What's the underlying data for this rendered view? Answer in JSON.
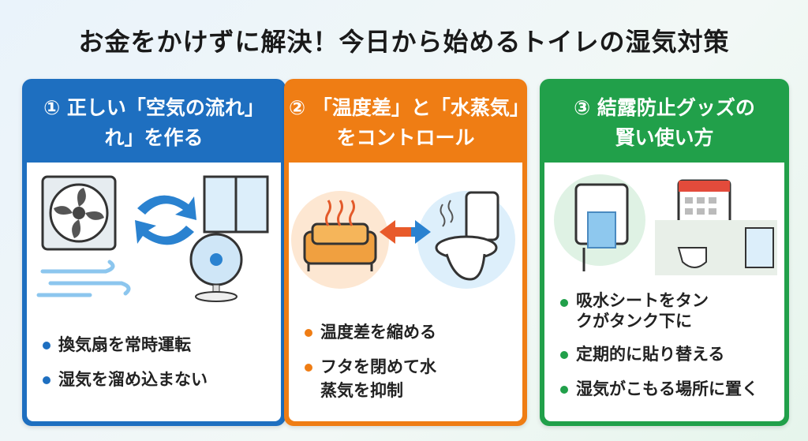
{
  "title": "お金をかけずに解決！今日から始めるトイレの湿気対策",
  "panels": [
    {
      "heading_line1": "① 正しい「空気の流れ」",
      "heading_line2": "れ」を作る",
      "bullets": [
        "換気扇を常時運転",
        "湿気を溜め込まない"
      ],
      "color": "#1e6fc0"
    },
    {
      "heading_line1": "② 「温度差」と「水蒸気」",
      "heading_line2": "をコントロール",
      "bullets": [
        "温度差を縮める",
        "フタを閉めて水蒸気を抑制"
      ],
      "color": "#ef7d14"
    },
    {
      "heading_line1": "③ 結露防止グッズの",
      "heading_line2": "賢い使い方",
      "bullets": [
        "吸水シートをタンクがタンク下に",
        "定期的に貼り替える",
        "湿気がこもる場所に置く"
      ],
      "color": "#21a04a"
    }
  ]
}
